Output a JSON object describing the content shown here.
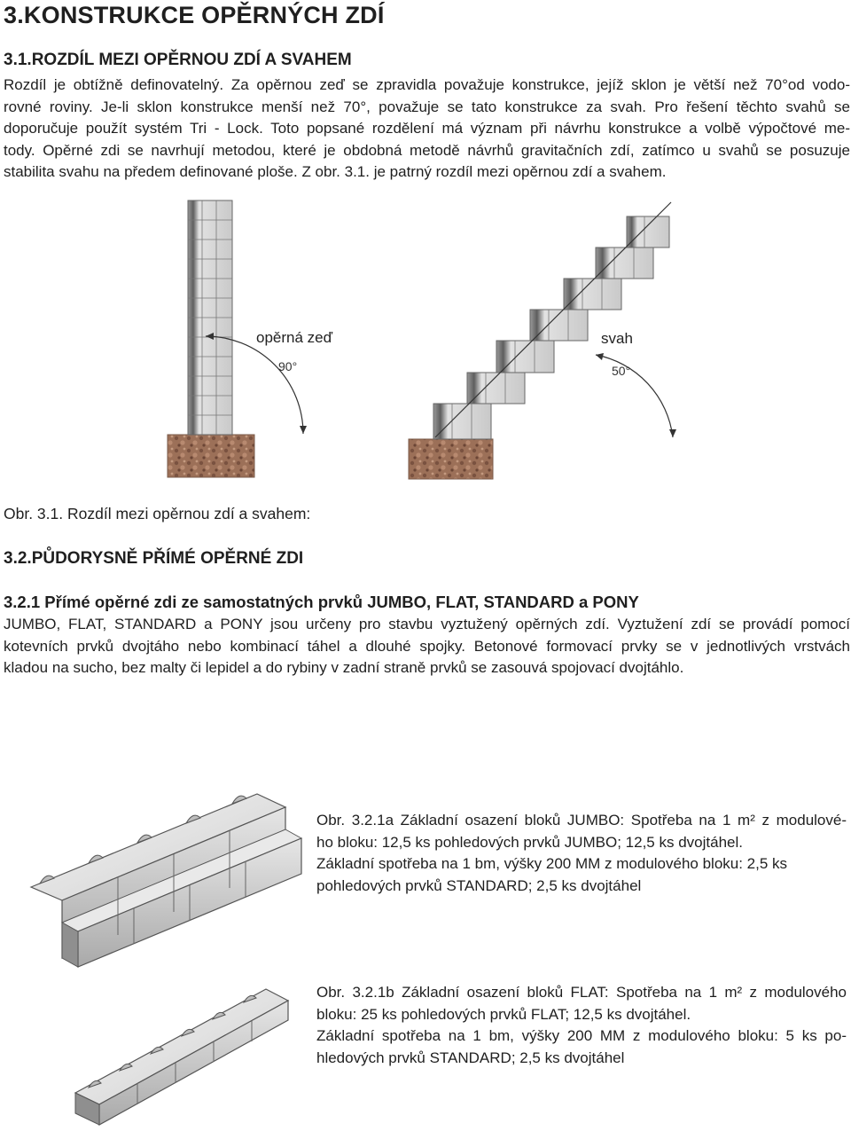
{
  "heading_main": "3.KONSTRUKCE OPĚRNÝCH ZDÍ",
  "section_1": {
    "title": "3.1.ROZDÍL MEZI OPĚRNOU ZDÍ A SVAHEM",
    "lines": [
      "Rozdíl je obtížně definovatelný. Za opěrnou zeď se zpravidla považuje konstrukce, jejíž sklon je větší než 70°od vodo-",
      "rovné roviny. Je-li sklon konstrukce menší než 70°, považuje se tato konstrukce za svah. Pro řešení těchto svahů se",
      "doporučuje použít systém Tri - Lock. Toto popsané rozdělení má význam při návrhu konstrukce a volbě výpočtové me-",
      "tody. Opěrné zdi se navrhují metodou, které je obdobná metodě návrhů gravitačních zdí, zatímco u svahů se posuzuje",
      "stabilita svahu na předem definované ploše. Z obr. 3.1. je patrný rozdíl mezi opěrnou zdí a svahem."
    ]
  },
  "figure_1": {
    "wall_label": "opěrná zeď",
    "wall_angle": "90°",
    "slope_label": "svah",
    "slope_angle": "50°",
    "caption": "Obr. 3.1. Rozdíl mezi opěrnou zdí a svahem:"
  },
  "section_2": {
    "title": "3.2.PŮDORYSNĚ PŘÍMÉ OPĚRNÉ ZDI",
    "subtitle": "3.2.1 Přímé opěrné zdi ze samostatných prvků JUMBO, FLAT, STANDARD a PONY",
    "lines": [
      "JUMBO, FLAT, STANDARD a PONY jsou určeny pro stavbu vyztužený opěrných zdí. Vyztužení zdí se provádí pomocí",
      "kotevních prvků dvojtáho nebo kombinací táhel a dlouhé spojky. Betonové formovací prvky se v jednotlivých vrstvách",
      "kladou na sucho, bez malty či lepidel a do rybiny v zadní straně prvků se zasouvá spojovací dvojtáhlo."
    ]
  },
  "figure_jumbo": {
    "lines": [
      "Obr. 3.2.1a Základní osazení bloků JUMBO: Spotřeba na 1 m² z modulové-",
      "ho bloku: 12,5 ks pohledových prvků JUMBO; 12,5 ks dvojtáhel.",
      "Základní spotřeba na 1 bm, výšky 200 MM z modulového bloku: 2,5 ks",
      "pohledových prvků STANDARD; 2,5 ks dvojtáhel"
    ]
  },
  "figure_flat": {
    "lines": [
      "Obr. 3.2.1b Základní osazení bloků FLAT: Spotřeba na 1 m² z modulového",
      "bloku: 25 ks pohledových prvků FLAT; 12,5 ks dvojtáhel.",
      "Základní spotřeba na 1 bm, výšky 200 MM z modulového bloku: 5 ks po-",
      "hledových prvků STANDARD; 2,5 ks dvojtáhel"
    ]
  }
}
